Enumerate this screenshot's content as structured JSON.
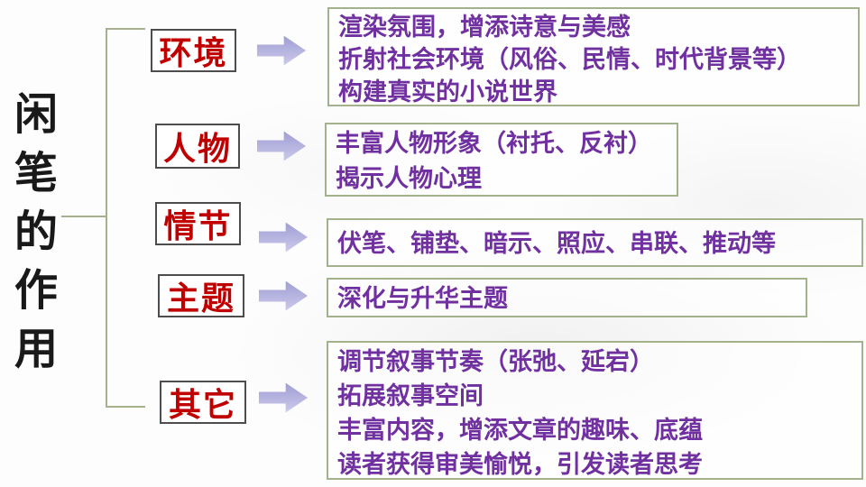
{
  "title": {
    "text": "闲笔的作用",
    "chars": [
      "闲",
      "笔",
      "的",
      "作",
      "用"
    ]
  },
  "colors": {
    "label_text": "#c00000",
    "label_border": "#4d4d4d",
    "content_text": "#7030a0",
    "content_border": "#a3b18c",
    "arrow_fill": "#aeabdf",
    "bracket": "#a3b18c",
    "title_text": "#191919"
  },
  "branches": [
    {
      "id": "environment",
      "label": "环境",
      "lines": [
        "渲染氛围，增添诗意与美感",
        "折射社会环境（风俗、民情、时代背景等）",
        "构建真实的小说世界"
      ]
    },
    {
      "id": "character",
      "label": "人物",
      "lines": [
        "丰富人物形象（衬托、反衬）",
        "揭示人物心理"
      ]
    },
    {
      "id": "plot",
      "label": "情节",
      "lines": [
        "伏笔、铺垫、暗示、照应、串联、推动等"
      ]
    },
    {
      "id": "theme",
      "label": "主题",
      "lines": [
        "深化与升华主题"
      ]
    },
    {
      "id": "other",
      "label": "其它",
      "lines": [
        "调节叙事节奏（张弛、延宕）",
        "拓展叙事空间",
        "丰富内容，增添文章的趣味、底蕴",
        "读者获得审美愉悦，引发读者思考"
      ]
    }
  ]
}
